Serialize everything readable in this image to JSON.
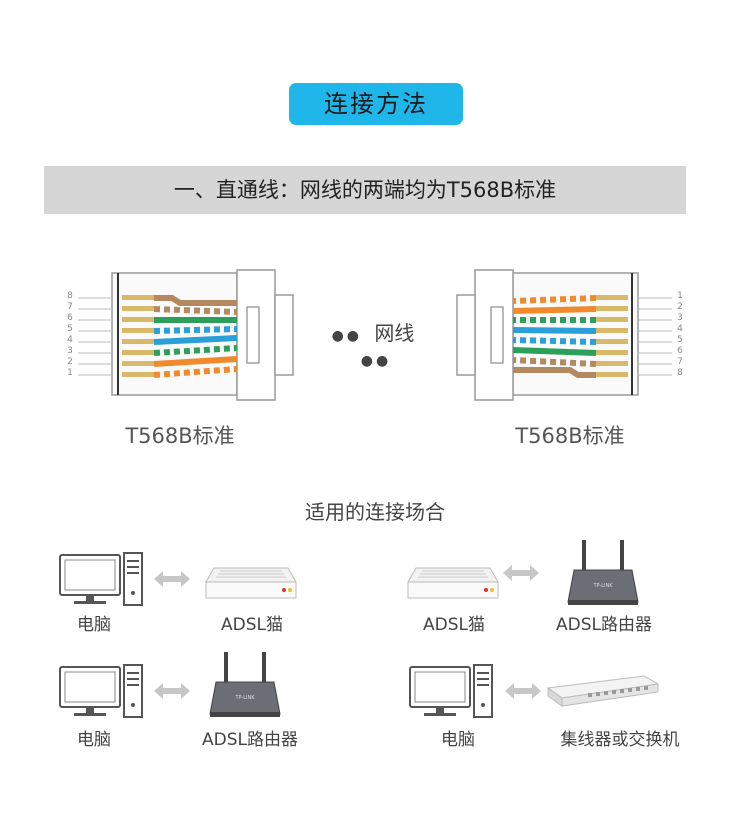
{
  "header": {
    "title": "连接方法"
  },
  "section": {
    "title": "一、直通线：网线的两端均为T568B标准"
  },
  "diagram": {
    "middle_label": "网线",
    "left_standard": "T568B标准",
    "right_standard": "T568B标准",
    "pin_numbers_left": [
      "8",
      "7",
      "6",
      "5",
      "4",
      "3",
      "2",
      "1"
    ],
    "pin_numbers_right": [
      "1",
      "2",
      "3",
      "4",
      "5",
      "6",
      "7",
      "8"
    ]
  },
  "scenarios": {
    "title": "适用的连接场合",
    "pairs": [
      {
        "left": "电脑",
        "right": "ADSL猫"
      },
      {
        "left": "ADSL猫",
        "right": "ADSL路由器"
      },
      {
        "left": "电脑",
        "right": "ADSL路由器"
      },
      {
        "left": "电脑",
        "right": "集线器或交换机"
      }
    ]
  },
  "colors": {
    "accent": "#1fb6e9",
    "banner": "#d6d6d6",
    "orange": "#f08a2c",
    "green": "#2ca05a",
    "blue": "#2b9fd8",
    "brown": "#b38a60"
  }
}
